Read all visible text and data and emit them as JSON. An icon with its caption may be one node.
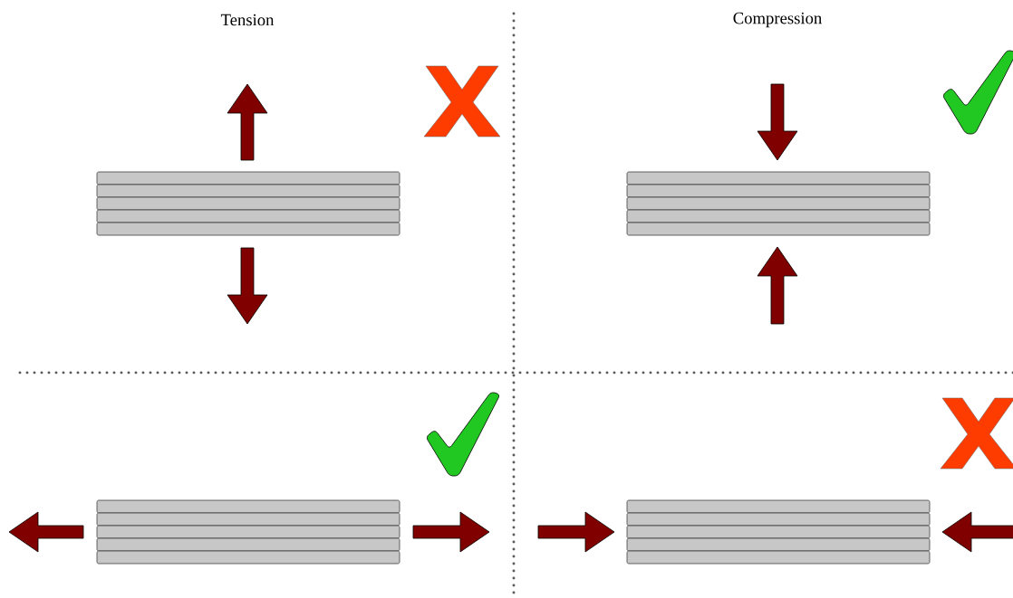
{
  "diagram": {
    "nodes": [
      {
        "text": [],
        "shape": "cross"
      },
      {
        "text": [],
        "shape": "check"
      },
      {
        "text": [],
        "shape": "check"
      },
      {
        "text": [],
        "shape": "cross"
      }
    ],
    "labels": [
      "Tension",
      "Compression"
    ]
  }
}
